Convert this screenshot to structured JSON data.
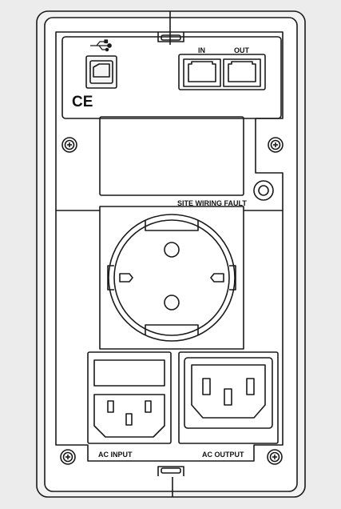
{
  "labels": {
    "network_in": "IN",
    "network_out": "OUT",
    "site_wiring_fault": "SITE WIRING FAULT",
    "ac_input": "AC INPUT",
    "ac_output": "AC OUTPUT",
    "ce_mark": "CE"
  },
  "icons": {
    "usb": "usb-trident-icon",
    "screws": "phillips-screw-icon",
    "indicator": "site-wiring-fault-led-icon"
  },
  "colors": {
    "background": "#ececec",
    "line": "#1a1a1a",
    "fill": "#ffffff"
  }
}
